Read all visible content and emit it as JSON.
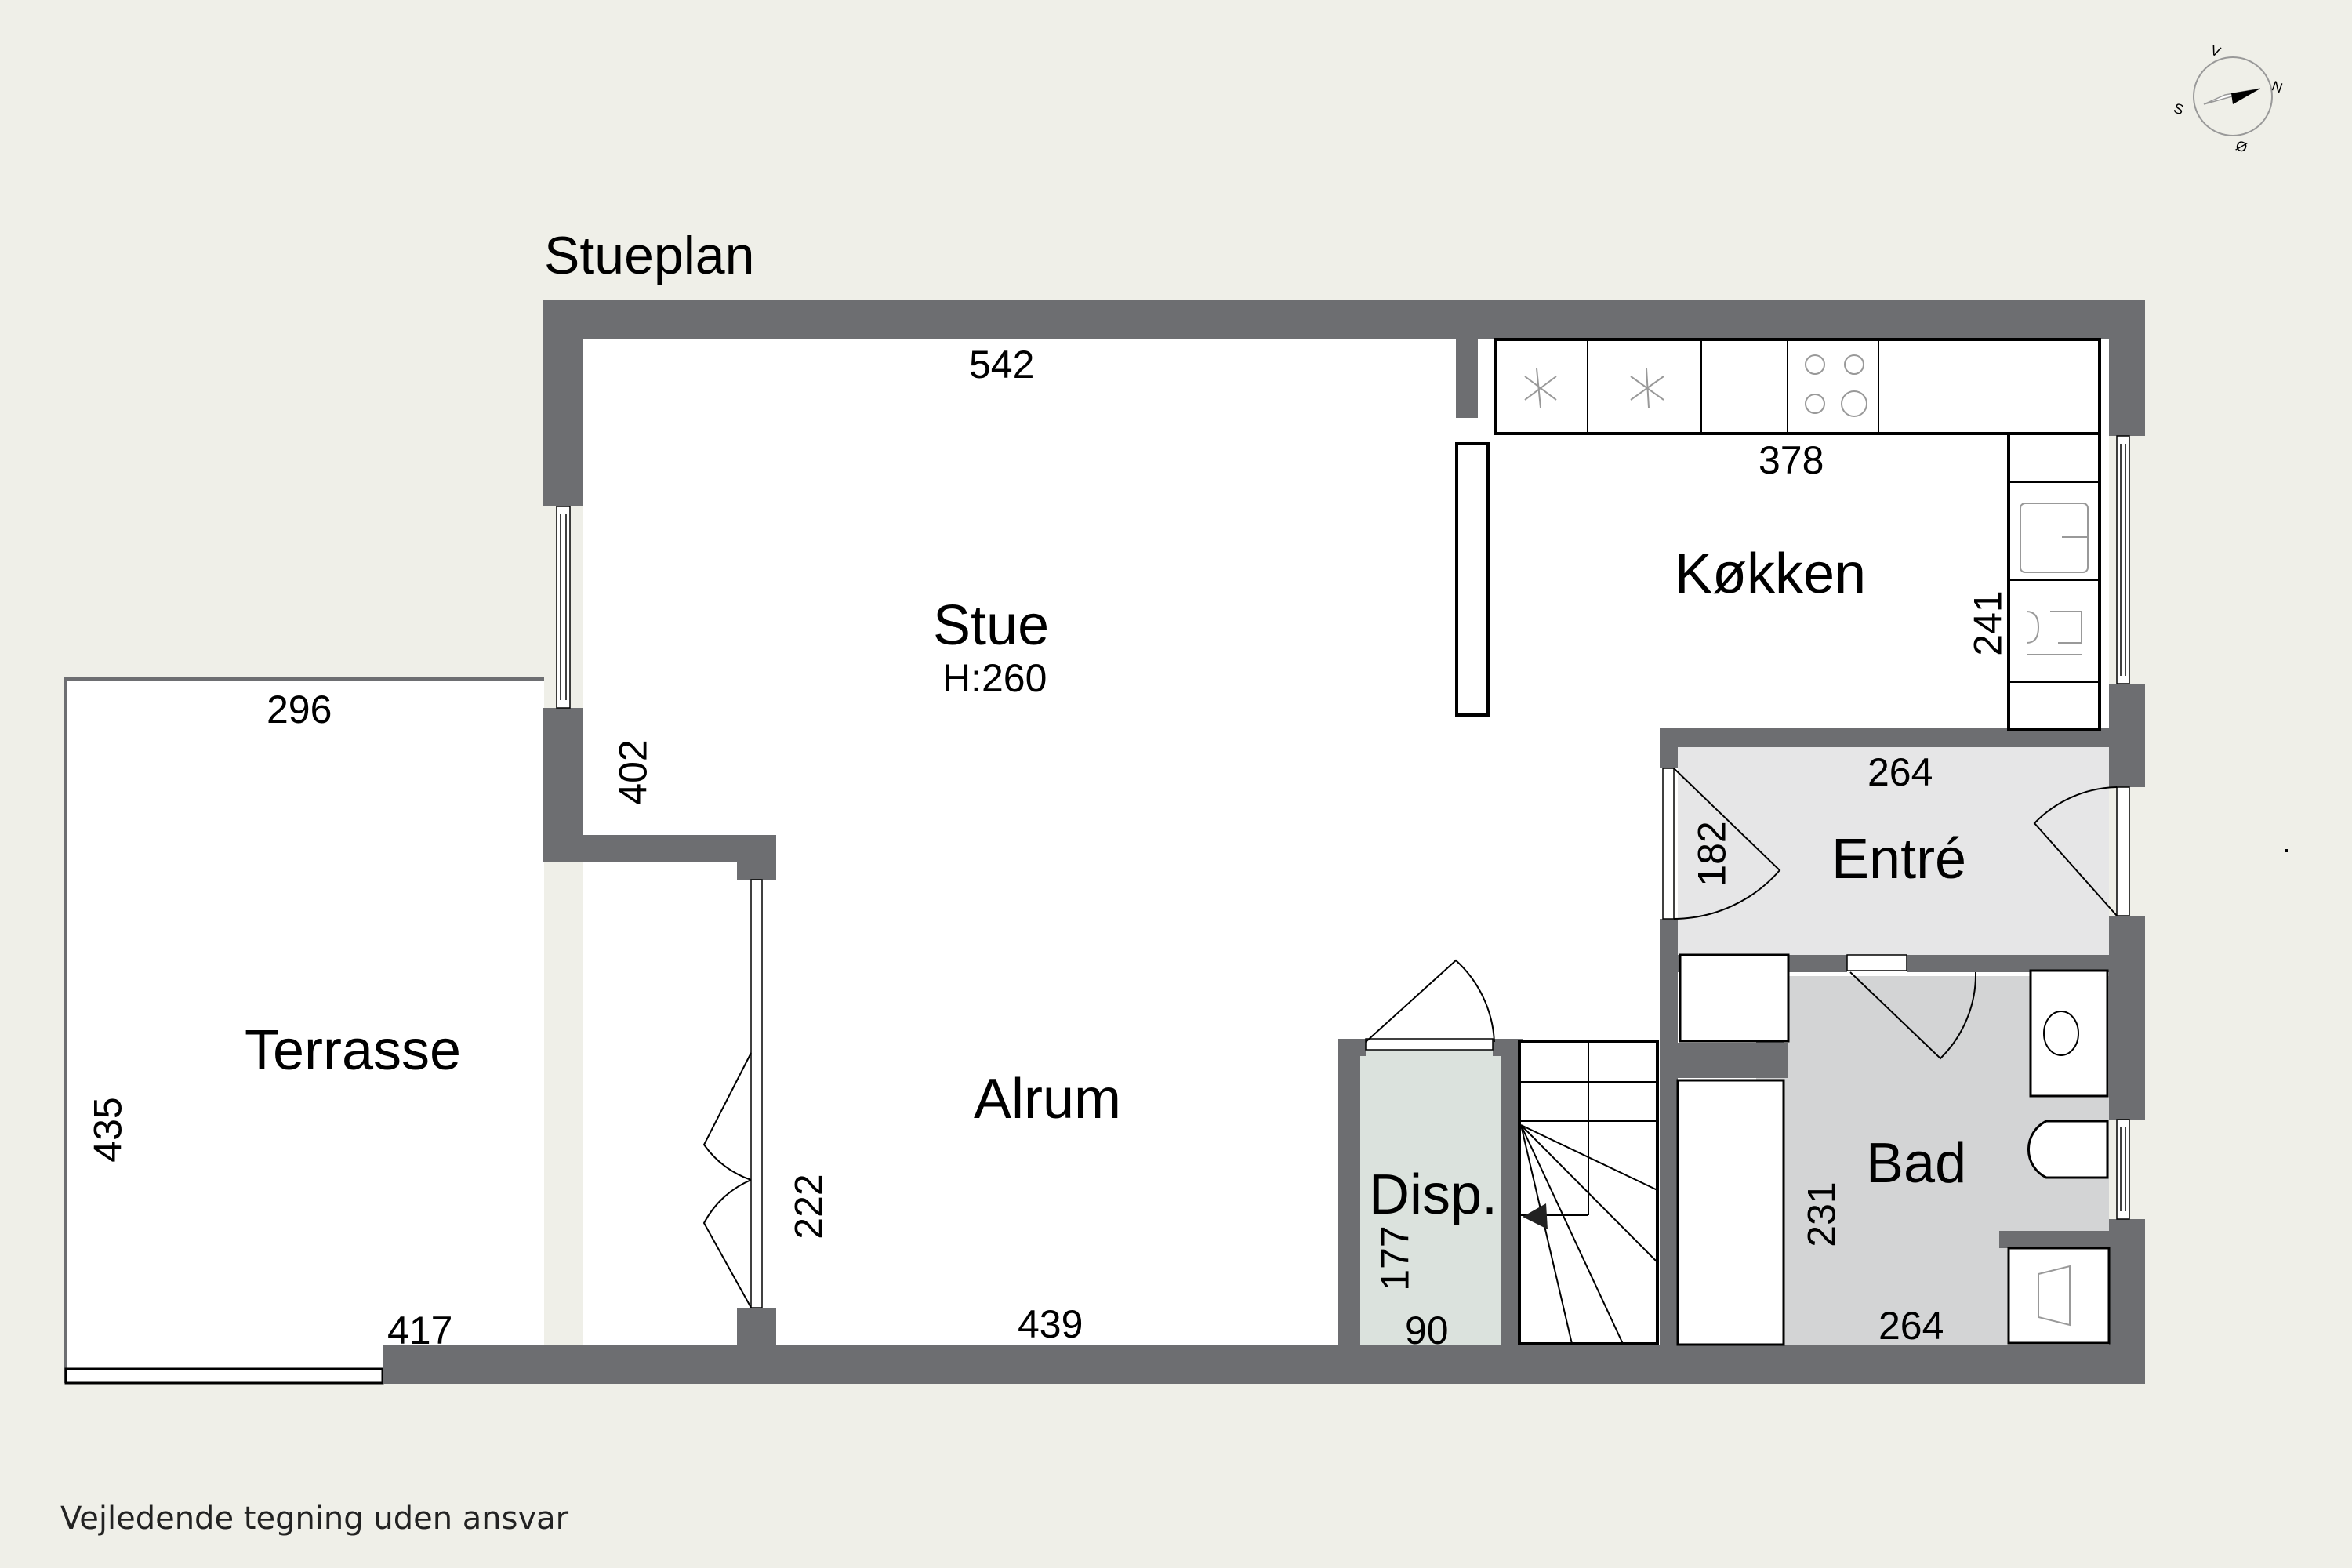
{
  "plan": {
    "title": "Stueplan",
    "disclaimer": "Vejledende tegning uden ansvar",
    "colors": {
      "background": "#efefe8",
      "wall": "#6d6e71",
      "floor": "#ffffff",
      "entre_floor": "#e6e6e7",
      "bad_floor": "#d3d4d5",
      "disp_floor": "#dbe2dd"
    }
  },
  "compass": {
    "labels": {
      "north": "N",
      "south": "S",
      "east": "Ø",
      "west": "V"
    }
  },
  "rooms": {
    "stue": {
      "name": "Stue",
      "height": "H:260",
      "dim_top": "542",
      "dim_left": "402"
    },
    "kokken": {
      "name": "Køkken",
      "dim_top": "378",
      "dim_right": "241"
    },
    "entre": {
      "name": "Entré",
      "dim_top": "264",
      "dim_left": "182"
    },
    "bad": {
      "name": "Bad",
      "dim_bottom": "264",
      "dim_left": "231"
    },
    "disp": {
      "name": "Disp.",
      "dim_bottom": "90",
      "dim_left": "177"
    },
    "alrum": {
      "name": "Alrum",
      "dim_bottom": "439",
      "dim_door": "222"
    },
    "terrasse": {
      "name": "Terrasse",
      "dim_top": "296",
      "dim_left": "435",
      "dim_bottom": "417"
    }
  }
}
